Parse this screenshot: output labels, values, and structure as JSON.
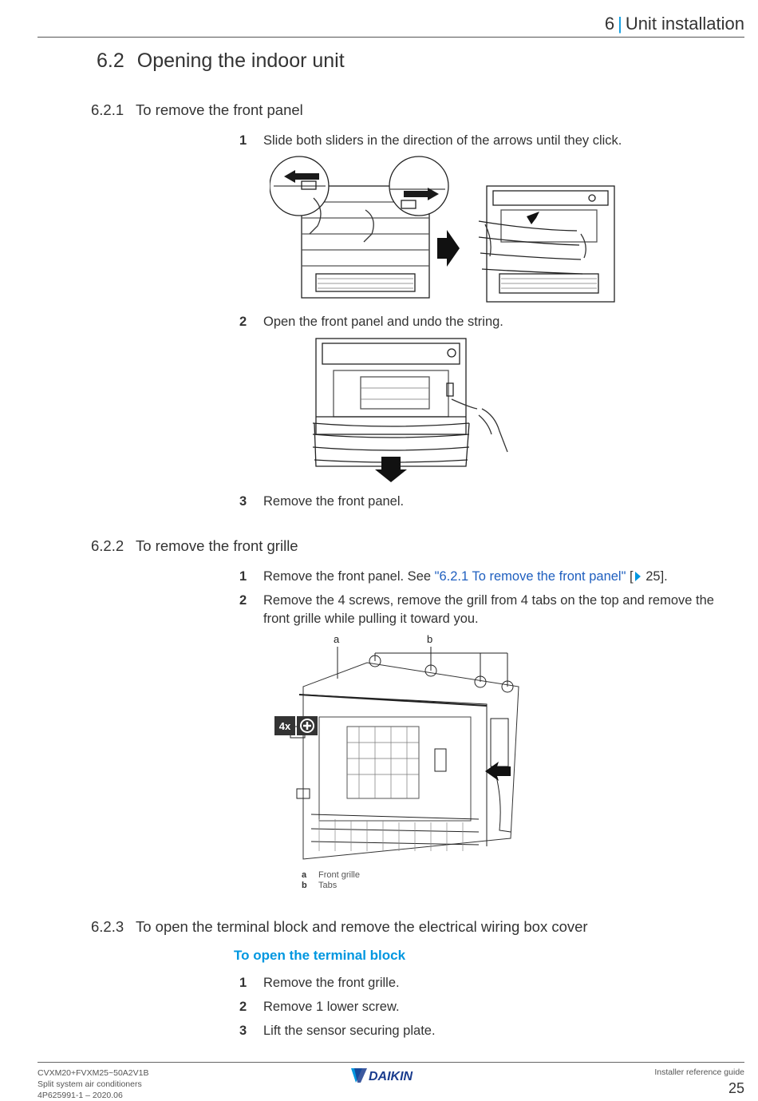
{
  "header": {
    "chapter_num": "6",
    "separator": "|",
    "chapter_title": "Unit installation"
  },
  "section": {
    "num": "6.2",
    "title": "Opening the indoor unit"
  },
  "s621": {
    "num": "6.2.1",
    "title": "To remove the front panel",
    "steps": [
      {
        "n": "1",
        "text": "Slide both sliders in the direction of the arrows until they click."
      },
      {
        "n": "2",
        "text": "Open the front panel and undo the string."
      },
      {
        "n": "3",
        "text": "Remove the front panel."
      }
    ]
  },
  "s622": {
    "num": "6.2.2",
    "title": "To remove the front grille",
    "step1": {
      "n": "1",
      "text": "Remove the front panel. See ",
      "link": "\"6.2.1 To remove the front panel\"",
      "ref_open": "[",
      "ref_close": " 25]."
    },
    "step2": {
      "n": "2",
      "line1": "Remove the 4 screws, remove the grill from 4 tabs on the top and remove the",
      "line2": "front grille while pulling it toward you."
    },
    "figure": {
      "label_a": "a",
      "label_b": "b",
      "badge": "4x"
    },
    "legend": [
      {
        "key": "a",
        "text": "Front grille"
      },
      {
        "key": "b",
        "text": "Tabs"
      }
    ]
  },
  "s623": {
    "num": "6.2.3",
    "title": "To open the terminal block and remove the electrical wiring box cover",
    "subheading": "To open the terminal block",
    "steps": [
      {
        "n": "1",
        "text": "Remove the front grille."
      },
      {
        "n": "2",
        "text": "Remove 1 lower screw."
      },
      {
        "n": "3",
        "text": "Lift the sensor securing plate."
      }
    ]
  },
  "footer": {
    "model": "CVXM20+FVXM25~50A2V1B",
    "product": "Split system air conditioners",
    "doc": "4P625991-1 – 2020.06",
    "brand": "DAIKIN",
    "guide": "Installer reference guide",
    "page": "25"
  },
  "colors": {
    "accent": "#0097e0",
    "link": "#1f5fbf",
    "text": "#333333"
  }
}
